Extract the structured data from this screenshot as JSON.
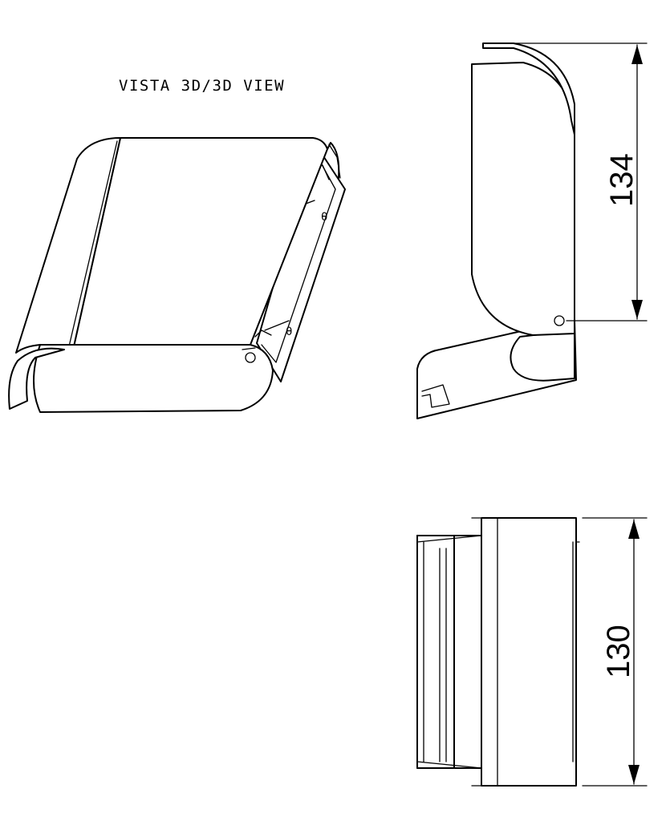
{
  "view_title": "VISTA 3D/3D VIEW",
  "dimensions": {
    "height_label": "134",
    "width_label": "130"
  },
  "markings": {
    "hole_symbol_a": "θ",
    "hole_symbol_b": "θ"
  }
}
